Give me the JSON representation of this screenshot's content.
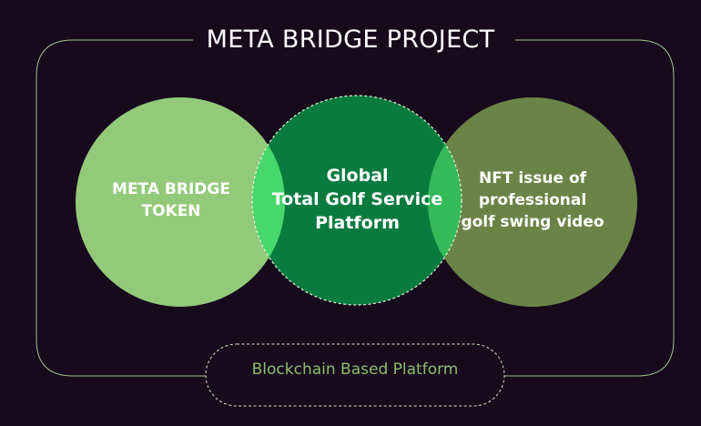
{
  "title": "META BRIDGE PROJECT",
  "circles": {
    "left": {
      "lines": [
        "META BRIDGE",
        "TOKEN"
      ],
      "color": "#93ca7a"
    },
    "middle": {
      "lines": [
        "Global",
        "Total Golf Service",
        "Platform"
      ],
      "color": "#097b3e",
      "overlap_color": "#47d86b"
    },
    "right": {
      "lines": [
        "NFT issue of",
        "professional",
        "golf swing video"
      ],
      "color": "#6a8447",
      "overlap_color": "#35ba59"
    }
  },
  "footer": {
    "label": "Blockchain Based Platform",
    "color": "#8dbd6c"
  },
  "colors": {
    "background": "#170a1d",
    "frame": "#9cc488",
    "dashed": "#cfe7c1"
  }
}
